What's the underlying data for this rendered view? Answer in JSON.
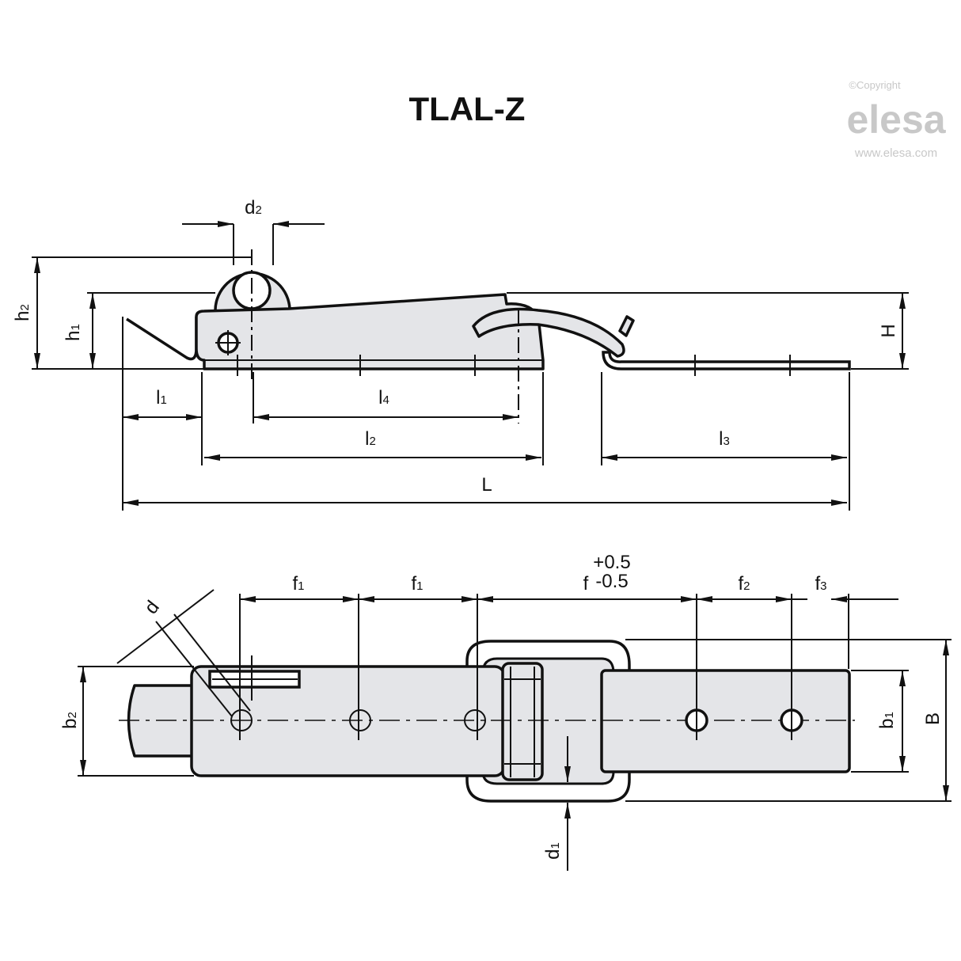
{
  "title": "TLAL-Z",
  "logo": {
    "copyright": "©Copyright",
    "brand": "elesa",
    "url": "www.elesa.com"
  },
  "side_view": {
    "labels": {
      "d2": "d",
      "d2_sub": "2",
      "h2": "h",
      "h2_sub": "2",
      "h1": "h",
      "h1_sub": "1",
      "H": "H",
      "l1": "l",
      "l1_sub": "1",
      "l4": "l",
      "l4_sub": "4",
      "l2": "l",
      "l2_sub": "2",
      "l3": "l",
      "l3_sub": "3",
      "L": "L"
    }
  },
  "top_view": {
    "labels": {
      "f1a": "f",
      "f1a_sub": "1",
      "f1b": "f",
      "f1b_sub": "1",
      "f": "f",
      "f_tol_plus": "+0.5",
      "f_tol_minus": "-0.5",
      "f2": "f",
      "f2_sub": "2",
      "f3": "f",
      "f3_sub": "3",
      "d": "d",
      "b2": "b",
      "b2_sub": "2",
      "b1": "b",
      "b1_sub": "1",
      "B": "B",
      "d1": "d",
      "d1_sub": "1"
    }
  }
}
